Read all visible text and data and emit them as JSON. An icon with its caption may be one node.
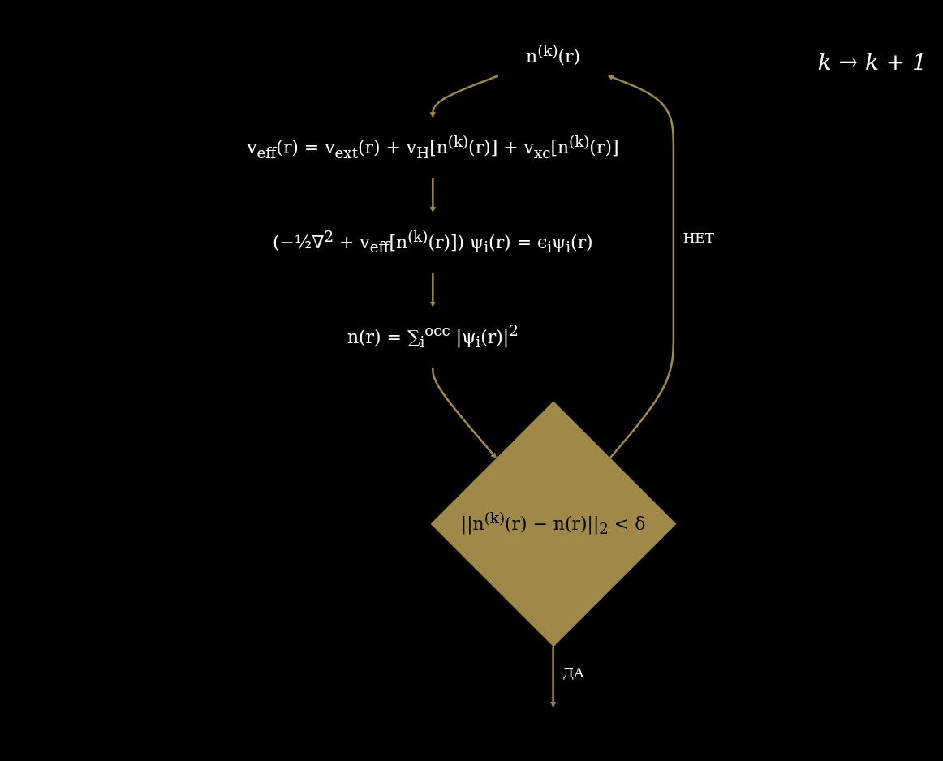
{
  "diagram": {
    "nodes": [
      {
        "text": [
          "n$^{(k)}$(r)"
        ]
      },
      {
        "text": [
          "v$_{eff}$(r) = v$_{ext}$(r) + v$_{H}$[n$^{(k)}$(r)] + v$_{xc}$[n$^{(k)}$(r)]"
        ]
      },
      {
        "text": [
          "(−½∇$^{2}$ + v$_{eff}$[n$^{(k)}$(r)]) ψ$_{i}$(r) = ϵ$_{i}$ψ$_{i}$(r)"
        ]
      },
      {
        "text": [
          "n(r) = ∑$_{i}$$^{occ}$ |ψ$_{i}$(r)|$^{2}$"
        ]
      },
      {
        "text": [
          "||n$^{(k)}$(r) − n(r)||$_{2}$ < δ"
        ]
      }
    ],
    "edges": [
      {
        "from": 0,
        "to": 1,
        "arrow": "to"
      },
      {
        "from": 1,
        "to": 2,
        "arrow": "to"
      },
      {
        "from": 2,
        "to": 3,
        "arrow": "to"
      },
      {
        "from": 3,
        "to": 4,
        "arrow": "to"
      },
      {
        "from": 4,
        "to": 0,
        "arrow": "to",
        "label": "НЕТ"
      },
      {
        "from": 4,
        "to": null,
        "arrow": "to",
        "label": "ДА"
      }
    ],
    "labels": [
      "k → k + 1"
    ]
  }
}
